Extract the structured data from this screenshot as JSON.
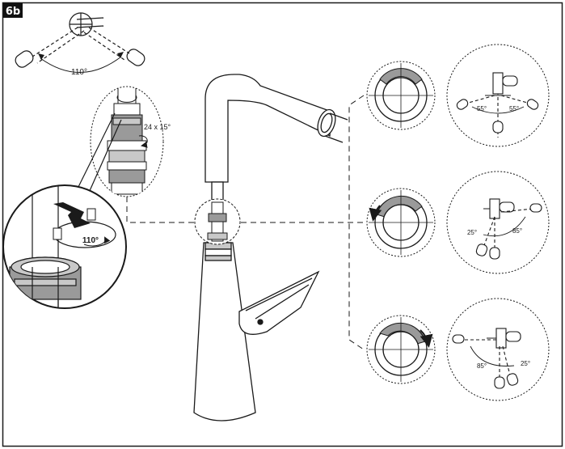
{
  "step": {
    "label": "6b"
  },
  "rotation_overview": {
    "angle_label": "110°"
  },
  "cartridge_detail": {
    "spline_label": "24 x 15°"
  },
  "stop_ring_detail": {
    "angle_label": "110°"
  },
  "options": [
    {
      "left_angle_label": "55°",
      "right_angle_label": "55°"
    },
    {
      "left_angle_label": "25°",
      "right_angle_label": "85°"
    },
    {
      "left_angle_label": "85°",
      "right_angle_label": "25°"
    }
  ],
  "colors": {
    "line": "#1a1a1a",
    "grey": "#9a9a9a",
    "light_grey": "#c8c8c8",
    "badge": "#111111"
  },
  "icons": [
    "rotation-arrow-icon",
    "push-down-arrow-icon",
    "clockwise-arrow-icon",
    "counterclockwise-arrow-icon"
  ]
}
